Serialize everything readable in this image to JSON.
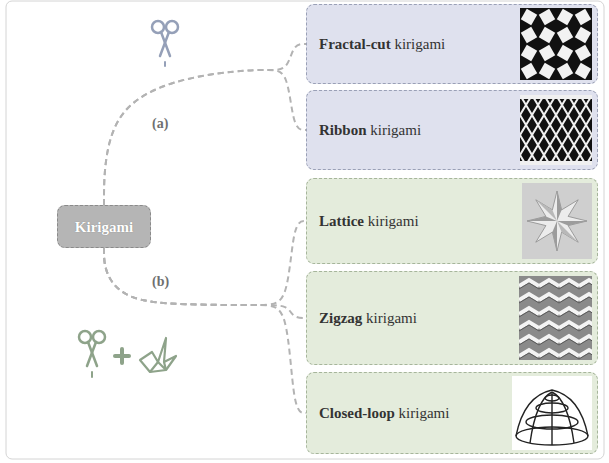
{
  "diagram": {
    "nodes": [
      {
        "text": [
          "Kirigami"
        ]
      },
      {
        "text": [
          "Fractal-cut kirigami"
        ]
      },
      {
        "text": [
          "Ribbon kirigami"
        ]
      },
      {
        "text": [
          "Lattice kirigami"
        ]
      },
      {
        "text": [
          "Zigzag kirigami"
        ]
      },
      {
        "text": [
          "Closed-loop kirigami"
        ]
      }
    ],
    "edges": [
      {
        "from": 0,
        "to": 1,
        "arrow": "none"
      },
      {
        "from": 0,
        "to": 2,
        "arrow": "none"
      },
      {
        "from": 0,
        "to": 3,
        "arrow": "none"
      },
      {
        "from": 0,
        "to": 4,
        "arrow": "none"
      },
      {
        "from": 0,
        "to": 5,
        "arrow": "none"
      }
    ],
    "labels": [
      "(a)",
      "(b)"
    ]
  }
}
